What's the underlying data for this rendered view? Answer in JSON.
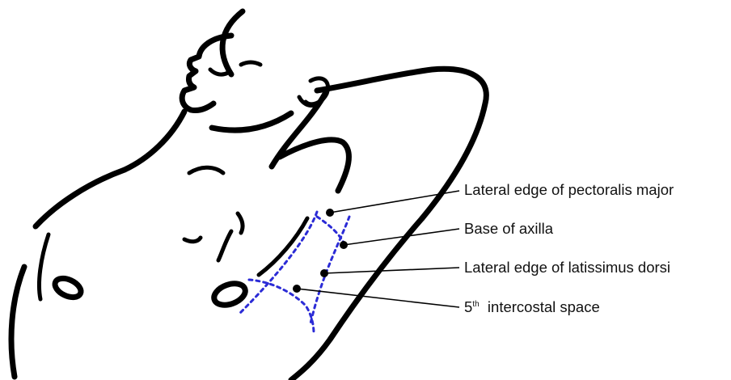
{
  "labels": {
    "pectoralis": "Lateral edge of pectoralis major",
    "axilla": "Base of axilla",
    "latissimus": "Lateral edge of latissimus dorsi",
    "intercostal_number": "5",
    "intercostal_sup": "th",
    "intercostal_text": "intercostal space"
  },
  "colors": {
    "outline": "#000000",
    "marking": "#2b2bd6"
  }
}
